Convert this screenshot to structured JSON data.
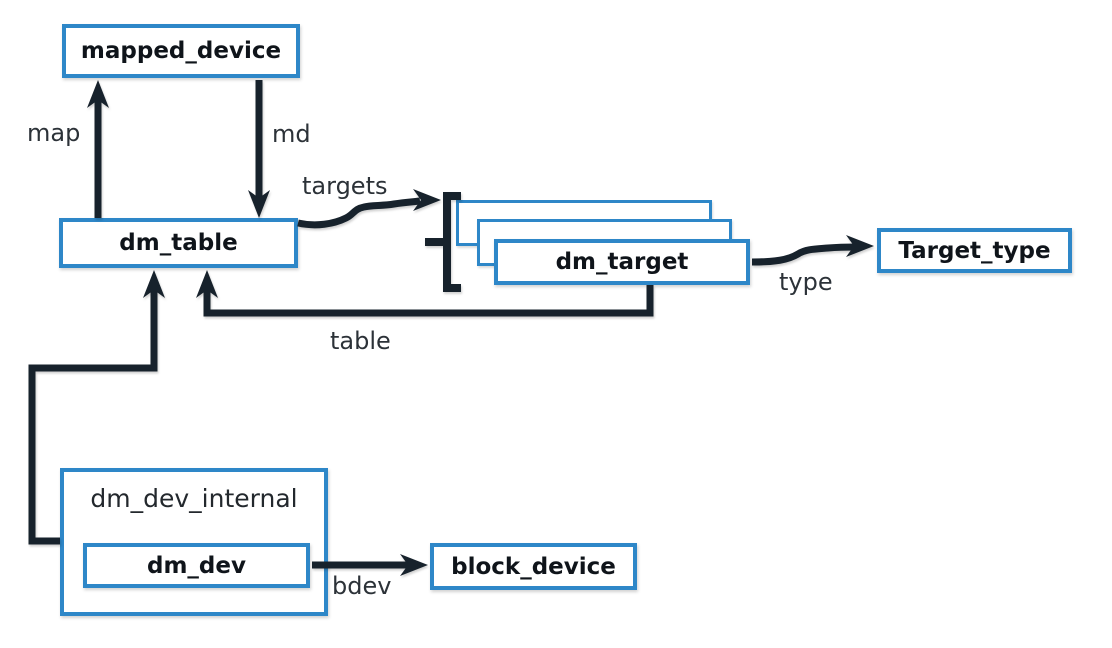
{
  "diagram": {
    "nodes": {
      "mapped_device": {
        "label": "mapped_device"
      },
      "dm_table": {
        "label": "dm_table"
      },
      "dm_target": {
        "label": "dm_target",
        "stack_count": 3
      },
      "target_type": {
        "label": "Target_type"
      },
      "dm_dev_internal": {
        "label": "dm_dev_internal"
      },
      "dm_dev": {
        "label": "dm_dev"
      },
      "block_device": {
        "label": "block_device"
      }
    },
    "edges": {
      "map": {
        "label": "map",
        "from": "dm_table",
        "to": "mapped_device"
      },
      "md": {
        "label": "md",
        "from": "mapped_device",
        "to": "dm_table"
      },
      "targets": {
        "label": "targets",
        "from": "dm_table",
        "to": "dm_target"
      },
      "type": {
        "label": "type",
        "from": "dm_target",
        "to": "Target_type"
      },
      "table": {
        "label": "table",
        "from": "dm_target",
        "to": "dm_table"
      },
      "bdev": {
        "label": "bdev",
        "from": "dm_dev",
        "to": "block_device"
      }
    },
    "colors": {
      "box_border": "#2e87c8",
      "connector": "#17222c",
      "node_text": "#0f141a",
      "edge_text": "#2c3238",
      "background": "#ffffff"
    }
  }
}
